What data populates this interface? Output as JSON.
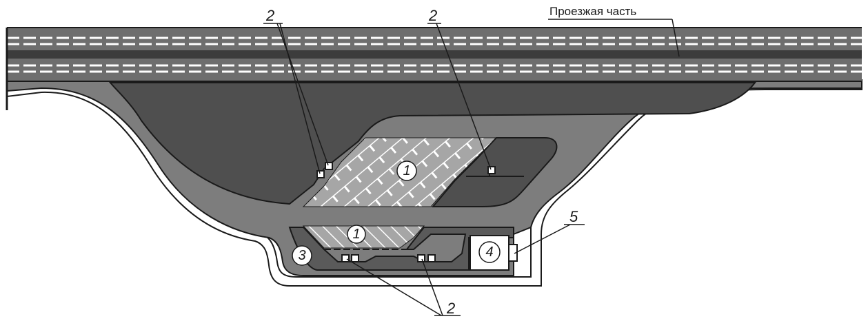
{
  "labels": {
    "roadway": "Проезжая часть",
    "two_top_left": "2",
    "two_top_right": "2",
    "two_bottom": "2",
    "five": "5",
    "circle_one_upper": "1",
    "circle_one_lower": "1",
    "circle_three": "3",
    "circle_four": "4"
  },
  "colors": {
    "road": "#7a7a7a",
    "road_dark": "#555555",
    "lane_line": "#ffffff",
    "shoulder": "#8c8c8c",
    "island": "#4f4f4f",
    "hatch": "#9a9a9a",
    "outline": "#1a1a1a"
  }
}
